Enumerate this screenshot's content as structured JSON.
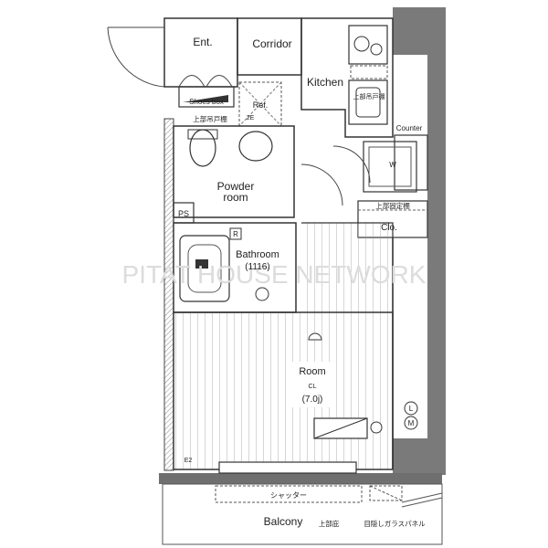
{
  "rooms": {
    "ent": "Ent.",
    "corridor": "Corridor",
    "kitchen": "Kitchen",
    "shoes_box": "Shoes box",
    "ref": "Ref.",
    "upper_cabinet_1": "上部吊戸棚",
    "upper_cabinet_2": "上部吊戸棚",
    "counter": "Counter",
    "w": "W",
    "powder_room_line1": "Powder",
    "powder_room_line2": "room",
    "upper_fixed_shelf": "上部固定棚",
    "clo": "Clo.",
    "ps": "PS",
    "r": "R",
    "bathroom": "Bathroom",
    "bathroom_size": "(1116)",
    "room": "Room",
    "cl": "CL",
    "room_size": "(7.0j)",
    "l": "L",
    "m": "M",
    "shutter": "シャッター",
    "balcony": "Balcony",
    "upper_eaves": "上部庇",
    "glass_panel": "目隠しガラスパネル",
    "mark_2e": "2E",
    "mark_e2": "E2"
  },
  "watermark": "PITAT HOUSE NETWORK"
}
